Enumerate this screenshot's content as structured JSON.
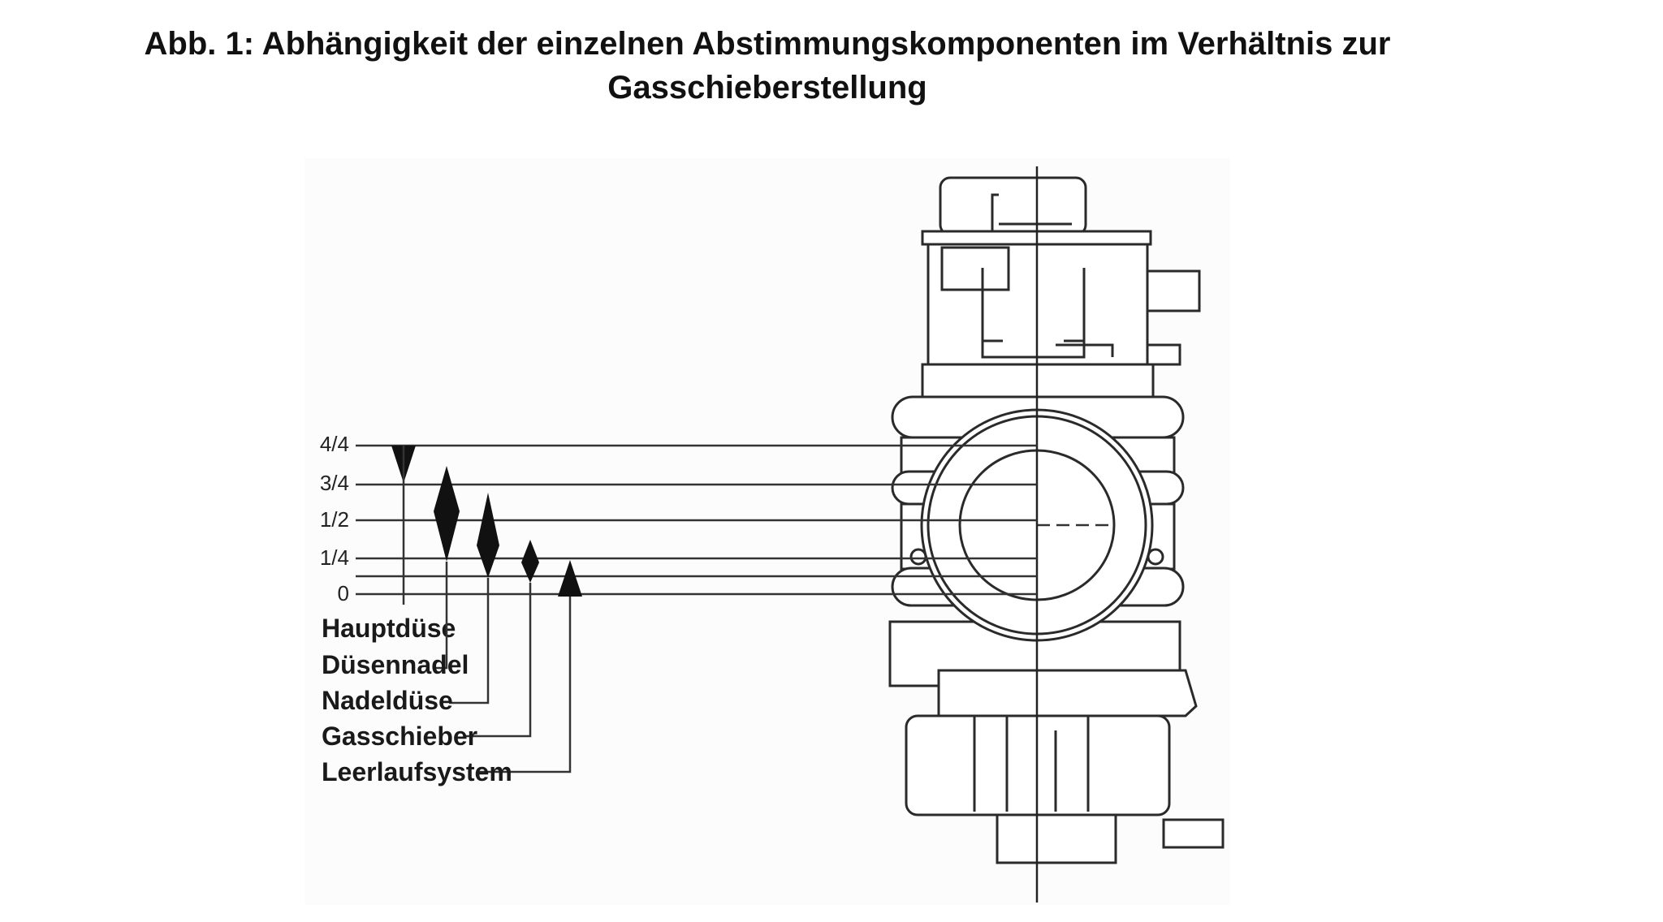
{
  "title": {
    "line1": "Abb. 1: Abhängigkeit der einzelnen Abstimmungskomponenten im Verhältnis zur",
    "line2": "Gasschieberstellung"
  },
  "diagram": {
    "scale_labels": [
      "4/4",
      "3/4",
      "1/2",
      "1/4",
      "0"
    ],
    "components": [
      {
        "name": "Hauptdüse",
        "marker": "triangle-down",
        "range": [
          0.75,
          1.0
        ]
      },
      {
        "name": "Düsennadel",
        "marker": "diamond",
        "range": [
          0.25,
          0.9
        ]
      },
      {
        "name": "Nadeldüse",
        "marker": "diamond",
        "range": [
          0.1,
          0.7
        ]
      },
      {
        "name": "Gasschieber",
        "marker": "diamond",
        "range": [
          0.05,
          0.4
        ]
      },
      {
        "name": "Leerlaufsystem",
        "marker": "triangle-up",
        "range": [
          0.0,
          0.2
        ]
      }
    ]
  }
}
